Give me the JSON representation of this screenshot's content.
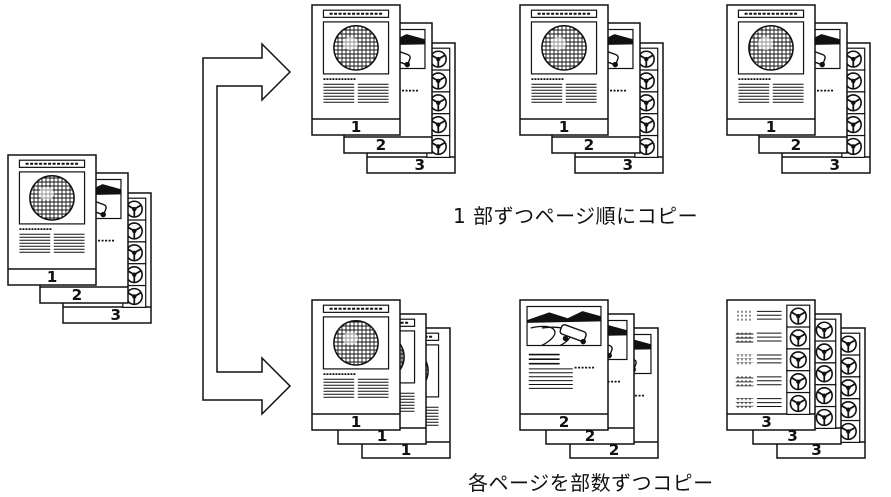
{
  "captions": {
    "collate": "1 部ずつページ順にコピー",
    "group": "各ページを部数ずつコピー"
  },
  "page_numbers": {
    "p1": "1",
    "p2": "2",
    "p3": "3"
  },
  "icons": {
    "page1": "document-globe-icon",
    "page2": "document-car-road-icon",
    "page3": "document-steering-wheels-icon",
    "arrow": "branch-arrow-icon"
  },
  "colors": {
    "ink": "#111111",
    "paper": "#ffffff"
  }
}
